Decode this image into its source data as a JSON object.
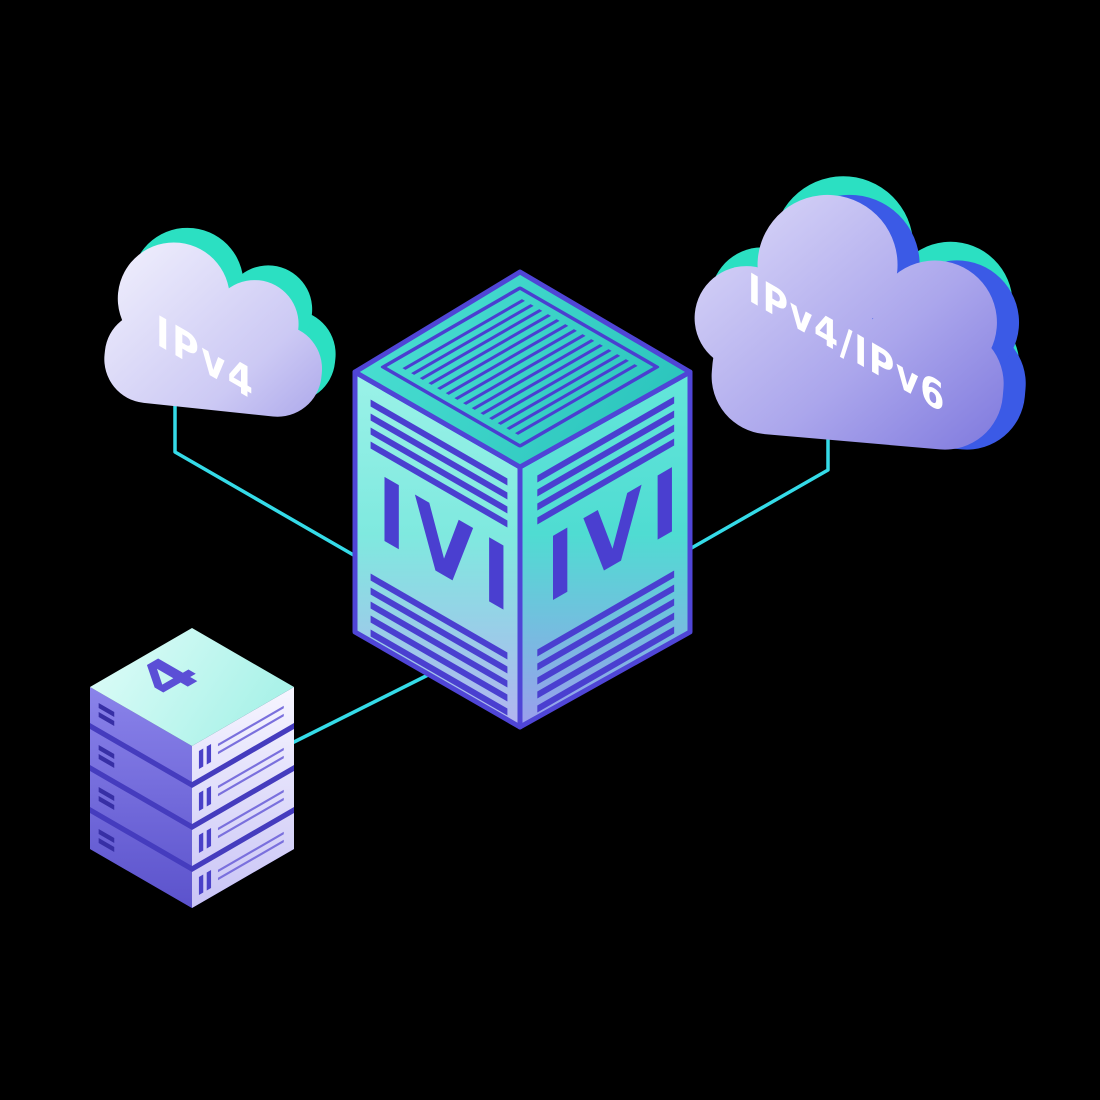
{
  "scene": {
    "clouds": {
      "ipv4": {
        "label": "IPv4"
      },
      "dual_stack": {
        "label": "IPv4/IPv6"
      }
    },
    "translator": {
      "left_face_label": "IVI",
      "right_face_label": "IVI"
    },
    "server_stack": {
      "label": "4",
      "unit_count": 4
    },
    "colors": {
      "background": "#000000",
      "connector_cyan": "#35dbe8",
      "teal_accent": "#2be0c2",
      "blue_accent": "#3b5ae6",
      "indigo_ink": "#4a3fd0",
      "cloud_lavender": "#d3d0f6",
      "cloud_purple": "#817be0",
      "cube_teal": "#4fdcd2",
      "label_white": "#ffffff"
    }
  }
}
